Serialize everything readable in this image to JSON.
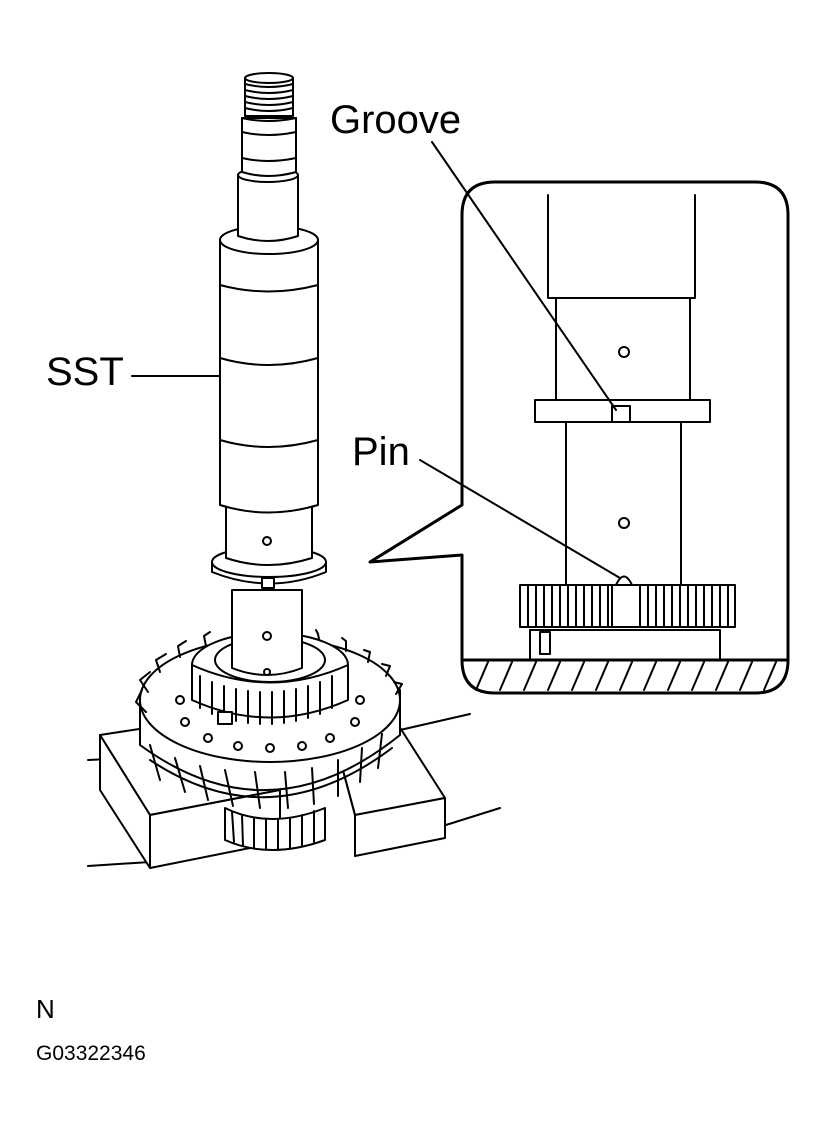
{
  "labels": {
    "groove": "Groove",
    "sst": "SST",
    "pin": "Pin",
    "view_code": "N",
    "figure_id": "G03322346"
  }
}
